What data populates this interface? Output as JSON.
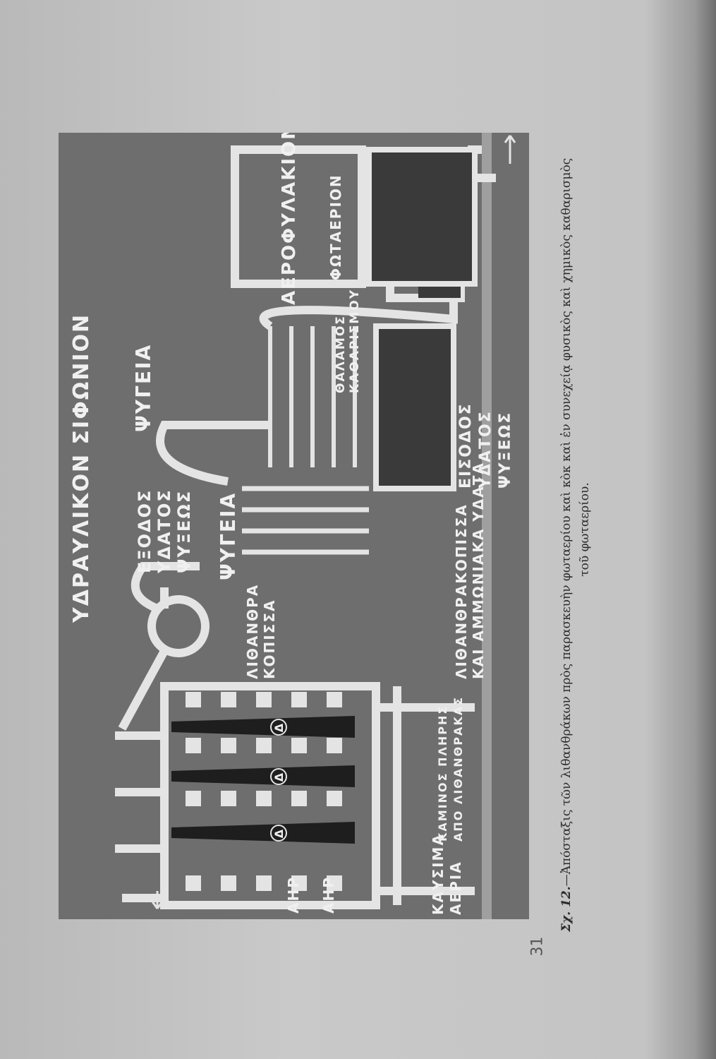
{
  "figure": {
    "labels": {
      "hydraulic_main": "ΥΔΡΑΥΛΙΚΟΝ ΣΙΦΩΝΙΟΝ",
      "water_outlet": [
        "ΕΞΟΔΟΣ",
        "ΥΔΑΤΟΣ",
        "ΨΥΞΕΩΣ"
      ],
      "condensers_1": "ΨΥΓΕΙΑ",
      "condensers_2": "ΨΥΓΕΙΑ",
      "coal_tar": [
        "ΛΙΘΑΝΘΡΑ",
        "ΚΟΠΙΣΣΑ"
      ],
      "tar_ammonia": [
        "ΛΙΘΑΝΘΡΑΚΟΠΙΣΣΑ",
        "ΚΑΙ ΑΜΜΩΝΙΑΚΑ ΥΔΑΤΑ"
      ],
      "water_inlet": [
        "ΕΙΣΟΔΟΣ",
        "ΥΔΑΤΟΣ",
        "ΨΥΞΕΩΣ"
      ],
      "purifier": [
        "ΘΑΛΑΜΟΣ",
        "ΚΑΘΑΡΙΣΜΟΥ"
      ],
      "gasholder": "ΑΕΡΟΦΥΛΑΚΙΟΝ",
      "gas": "ΦΩΤΑΕΡΙΟΝ",
      "furnace": [
        "ΚΑΜΙΝΟΣ ΠΛΗΡΗΣ",
        "ΑΠΟ ΛΙΘΑΝΘΡΑΚΑΣ"
      ],
      "fuel_gases": [
        "ΚΑΥΣΙΜΑ",
        "ΑΕΡΙΑ"
      ],
      "air_1": "ΑΗΡ",
      "air_2": "ΑΗΡ",
      "retort_mark": "Δ"
    }
  },
  "caption": {
    "fig_no": "Σχ. 12.",
    "text": "—Ἀπόσταξις τῶν λιθανθράκων πρὸς παρασκευὴν φωταερίου καὶ κὸκ καὶ ἐν συνεχείᾳ φυσικὸς καὶ χημικὸς καθαρισμὸς",
    "text_cont": "τοῦ φωταερίου."
  },
  "page_number": "31",
  "colors": {
    "diagram_bg": "#6e6e6e",
    "line": "#e4e4e4",
    "page": "#c4c4c4"
  }
}
